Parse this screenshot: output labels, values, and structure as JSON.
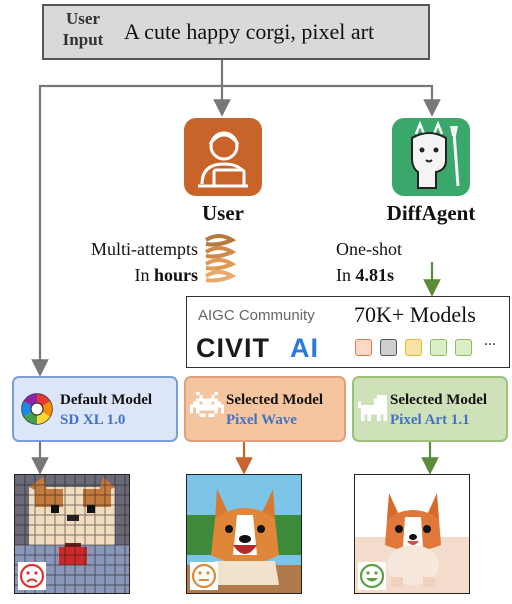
{
  "input": {
    "label": "User Input",
    "label_line1": "User",
    "label_line2": "Input",
    "prompt": "A cute happy corgi, pixel art"
  },
  "user": {
    "title": "User",
    "note_prefix": "Multi-attempts",
    "note_in": "In ",
    "note_time": "hours",
    "icon": "user-laptop-icon",
    "color": "#c8642a"
  },
  "agent": {
    "title": "DiffAgent",
    "note_prefix": "One-shot",
    "note_in": "In ",
    "note_time": "4.81s",
    "icon": "llama-painter-icon",
    "color": "#3aa86a"
  },
  "community": {
    "label": "AIGC Community",
    "logo_text": "CIVITAI",
    "models_count": "70K+ Models",
    "more": "...",
    "swatch_colors": [
      "#e87a4a",
      "#555555",
      "#e8b830",
      "#8bbf5a",
      "#8bbf5a"
    ]
  },
  "cards": {
    "default": {
      "title": "Default Model",
      "model": "SD XL 1.0",
      "icon": "color-wheel-icon",
      "border": "#7b9ed9"
    },
    "pixelwave": {
      "title": "Selected Model",
      "model": "Pixel Wave",
      "icon": "space-invader-icon",
      "border": "#e0a07a"
    },
    "pixelart": {
      "title": "Selected Model",
      "model": "Pixel Art 1.1",
      "icon": "pixel-dog-icon",
      "border": "#9cc27a"
    }
  },
  "results": {
    "default": {
      "face": "sad-face-icon",
      "face_color": "#e03030"
    },
    "pixelwave": {
      "face": "neutral-face-icon",
      "face_color": "#d98a3a"
    },
    "pixelart": {
      "face": "happy-face-icon",
      "face_color": "#5aa040"
    }
  },
  "colors": {
    "arrow_gray": "#777777",
    "arrow_orange": "#c8642a",
    "arrow_green": "#5a8a3a",
    "model_name_blue": "#4472c4"
  }
}
